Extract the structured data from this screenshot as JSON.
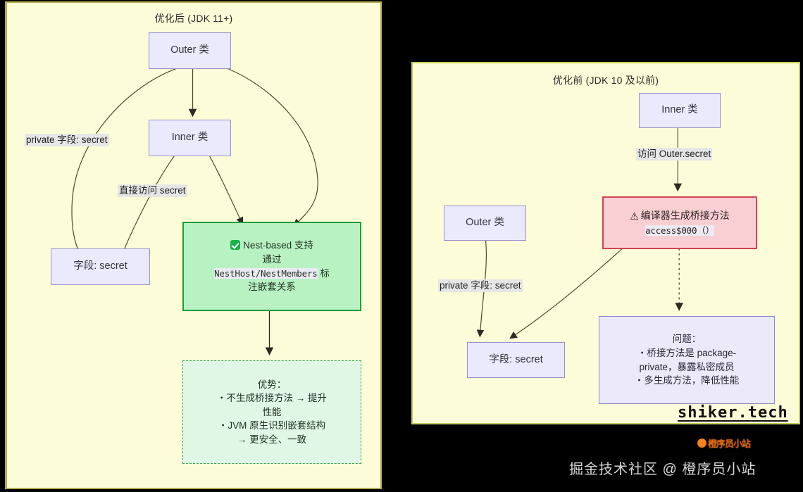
{
  "diagram": {
    "background_color": "#000000",
    "panel_fill": "#fdfcd8",
    "after": {
      "title": "优化后 (JDK 11+)",
      "nodes": {
        "outer": "Outer 类",
        "inner": "Inner 类",
        "field": "字段: secret",
        "nest": {
          "line1": "Nest-based 支持",
          "line2": "通过",
          "line3_code_a": "NestHost",
          "line3_sep": "/",
          "line3_code_b": "NestMembers",
          "line3_tail": "标",
          "line4": "注嵌套关系",
          "icon": "check-icon",
          "fill": "#b8f2c2",
          "stroke": "#1f9d3a"
        },
        "advantage": {
          "line1": "优势：",
          "line2": "・不生成桥接方法 → 提升",
          "line3": "性能",
          "line4": "・JVM 原生识别嵌套结构",
          "line5": "→ 更安全、一致",
          "fill": "#e0f7e6",
          "stroke": "#35a352"
        }
      },
      "edges": {
        "outer_to_field": "private 字段: secret",
        "inner_to_field": "直接访问 secret"
      }
    },
    "before": {
      "title": "优化前 (JDK 10 及以前)",
      "nodes": {
        "inner": "Inner 类",
        "outer": "Outer 类",
        "field": "字段: secret",
        "bridge": {
          "line1": "编译器生成桥接方法",
          "line2_code": "access$000（）",
          "icon": "warning-icon",
          "fill": "#f9cfd3",
          "stroke": "#cf4350"
        },
        "problem": {
          "line1": "问题：",
          "line2": "・桥接方法是 package-",
          "line3": "private，暴露私密成员",
          "line4": "・多生成方法，降低性能",
          "fill": "#ece9fb",
          "stroke": "#8d85c9"
        }
      },
      "edges": {
        "inner_to_bridge": "访问 Outer.secret",
        "outer_to_field": "private 字段: secret"
      }
    },
    "watermarks": {
      "site": "shiker.tech",
      "bottom": "掘金技术社区 @ 橙序员小站",
      "logo_text": "橙序员小站",
      "logo_color": "#ff7a18"
    }
  }
}
